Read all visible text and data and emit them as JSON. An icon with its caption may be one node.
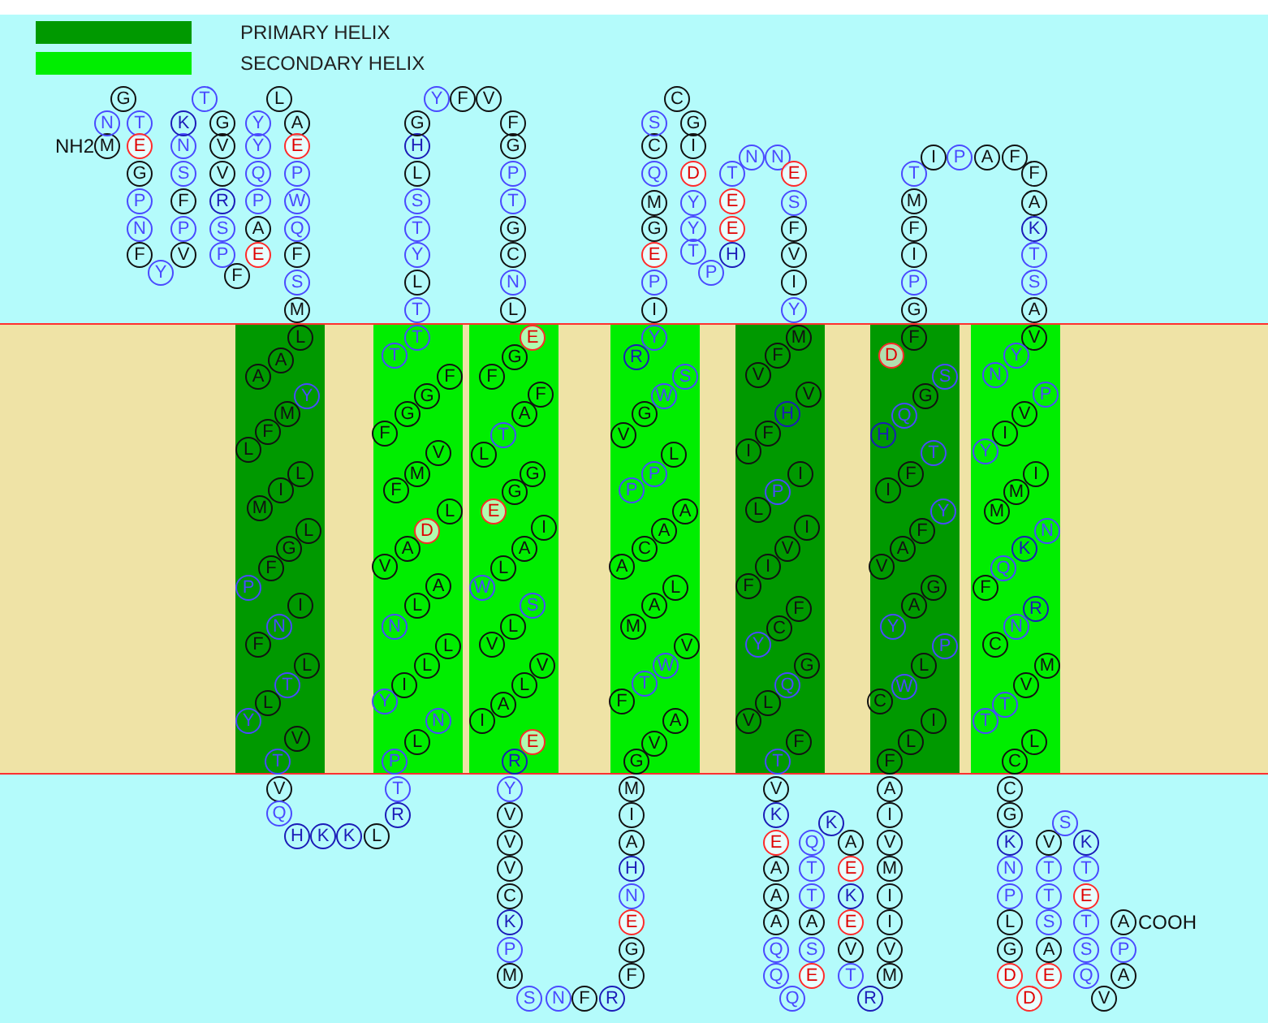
{
  "diagram": {
    "nodes": [
      {
        "text": [
          "M"
        ],
        "beside": [
          "NH2"
        ]
      },
      {
        "text": [
          "N"
        ]
      },
      {
        "text": [
          "G"
        ]
      },
      {
        "text": [
          "T"
        ]
      },
      {
        "text": [
          "E"
        ]
      },
      {
        "text": [
          "G"
        ]
      },
      {
        "text": [
          "P"
        ]
      },
      {
        "text": [
          "N"
        ]
      },
      {
        "text": [
          "F"
        ]
      },
      {
        "text": [
          "Y"
        ]
      },
      {
        "text": [
          "V"
        ]
      },
      {
        "text": [
          "P"
        ]
      },
      {
        "text": [
          "F"
        ]
      },
      {
        "text": [
          "S"
        ]
      },
      {
        "text": [
          "N"
        ]
      },
      {
        "text": [
          "K"
        ]
      },
      {
        "text": [
          "T"
        ]
      },
      {
        "text": [
          "G"
        ]
      },
      {
        "text": [
          "V"
        ]
      },
      {
        "text": [
          "V"
        ]
      },
      {
        "text": [
          "R"
        ]
      },
      {
        "text": [
          "S"
        ]
      },
      {
        "text": [
          "P"
        ]
      },
      {
        "text": [
          "F"
        ]
      },
      {
        "text": [
          "E"
        ]
      },
      {
        "text": [
          "A"
        ]
      },
      {
        "text": [
          "P"
        ]
      },
      {
        "text": [
          "Q"
        ]
      },
      {
        "text": [
          "Y"
        ]
      },
      {
        "text": [
          "Y"
        ]
      },
      {
        "text": [
          "L"
        ]
      },
      {
        "text": [
          "A"
        ]
      },
      {
        "text": [
          "E"
        ]
      },
      {
        "text": [
          "P"
        ]
      },
      {
        "text": [
          "W"
        ]
      },
      {
        "text": [
          "Q"
        ]
      },
      {
        "text": [
          "F"
        ]
      },
      {
        "text": [
          "S"
        ]
      },
      {
        "text": [
          "M"
        ]
      },
      {
        "text": [
          "L"
        ]
      },
      {
        "text": [
          "A"
        ]
      },
      {
        "text": [
          "A"
        ]
      },
      {
        "text": [
          "Y"
        ]
      },
      {
        "text": [
          "M"
        ]
      },
      {
        "text": [
          "F"
        ]
      },
      {
        "text": [
          "L"
        ]
      },
      {
        "text": [
          "L"
        ]
      },
      {
        "text": [
          "I"
        ]
      },
      {
        "text": [
          "M"
        ]
      },
      {
        "text": [
          "L"
        ]
      },
      {
        "text": [
          "G"
        ]
      },
      {
        "text": [
          "F"
        ]
      },
      {
        "text": [
          "P"
        ]
      },
      {
        "text": [
          "I"
        ]
      },
      {
        "text": [
          "N"
        ]
      },
      {
        "text": [
          "F"
        ]
      },
      {
        "text": [
          "L"
        ]
      },
      {
        "text": [
          "T"
        ]
      },
      {
        "text": [
          "L"
        ]
      },
      {
        "text": [
          "Y"
        ]
      },
      {
        "text": [
          "V"
        ]
      },
      {
        "text": [
          "T"
        ]
      },
      {
        "text": [
          "V"
        ]
      },
      {
        "text": [
          "Q"
        ]
      },
      {
        "text": [
          "H"
        ]
      },
      {
        "text": [
          "K"
        ]
      },
      {
        "text": [
          "K"
        ]
      },
      {
        "text": [
          "L"
        ]
      },
      {
        "text": [
          "R"
        ]
      },
      {
        "text": [
          "T"
        ]
      },
      {
        "text": [
          "P"
        ]
      },
      {
        "text": [
          "L"
        ]
      },
      {
        "text": [
          "N"
        ]
      },
      {
        "text": [
          "Y"
        ]
      },
      {
        "text": [
          "I"
        ]
      },
      {
        "text": [
          "L"
        ]
      },
      {
        "text": [
          "L"
        ]
      },
      {
        "text": [
          "N"
        ]
      },
      {
        "text": [
          "L"
        ]
      },
      {
        "text": [
          "A"
        ]
      },
      {
        "text": [
          "V"
        ]
      },
      {
        "text": [
          "A"
        ]
      },
      {
        "text": [
          "D"
        ]
      },
      {
        "text": [
          "L"
        ]
      },
      {
        "text": [
          "F"
        ]
      },
      {
        "text": [
          "M"
        ]
      },
      {
        "text": [
          "V"
        ]
      },
      {
        "text": [
          "F"
        ]
      },
      {
        "text": [
          "G"
        ]
      },
      {
        "text": [
          "G"
        ]
      },
      {
        "text": [
          "F"
        ]
      },
      {
        "text": [
          "T"
        ]
      },
      {
        "text": [
          "T"
        ]
      },
      {
        "text": [
          "T"
        ]
      },
      {
        "text": [
          "L"
        ]
      },
      {
        "text": [
          "Y"
        ]
      },
      {
        "text": [
          "T"
        ]
      },
      {
        "text": [
          "S"
        ]
      },
      {
        "text": [
          "L"
        ]
      },
      {
        "text": [
          "H"
        ]
      },
      {
        "text": [
          "G"
        ]
      },
      {
        "text": [
          "Y"
        ]
      },
      {
        "text": [
          "F"
        ]
      },
      {
        "text": [
          "V"
        ]
      },
      {
        "text": [
          "F"
        ]
      },
      {
        "text": [
          "G"
        ]
      },
      {
        "text": [
          "P"
        ]
      },
      {
        "text": [
          "T"
        ]
      },
      {
        "text": [
          "G"
        ]
      },
      {
        "text": [
          "C"
        ]
      },
      {
        "text": [
          "N"
        ]
      },
      {
        "text": [
          "L"
        ]
      },
      {
        "text": [
          "E"
        ]
      },
      {
        "text": [
          "G"
        ]
      },
      {
        "text": [
          "F"
        ]
      },
      {
        "text": [
          "F"
        ]
      },
      {
        "text": [
          "A"
        ]
      },
      {
        "text": [
          "T"
        ]
      },
      {
        "text": [
          "L"
        ]
      },
      {
        "text": [
          "G"
        ]
      },
      {
        "text": [
          "G"
        ]
      },
      {
        "text": [
          "E"
        ]
      },
      {
        "text": [
          "I"
        ]
      },
      {
        "text": [
          "A"
        ]
      },
      {
        "text": [
          "L"
        ]
      },
      {
        "text": [
          "W"
        ]
      },
      {
        "text": [
          "S"
        ]
      },
      {
        "text": [
          "L"
        ]
      },
      {
        "text": [
          "V"
        ]
      },
      {
        "text": [
          "V"
        ]
      },
      {
        "text": [
          "L"
        ]
      },
      {
        "text": [
          "A"
        ]
      },
      {
        "text": [
          "I"
        ]
      },
      {
        "text": [
          "E"
        ]
      },
      {
        "text": [
          "R"
        ]
      },
      {
        "text": [
          "Y"
        ]
      },
      {
        "text": [
          "V"
        ]
      },
      {
        "text": [
          "V"
        ]
      },
      {
        "text": [
          "V"
        ]
      },
      {
        "text": [
          "C"
        ]
      },
      {
        "text": [
          "K"
        ]
      },
      {
        "text": [
          "P"
        ]
      },
      {
        "text": [
          "M"
        ]
      },
      {
        "text": [
          "S"
        ]
      },
      {
        "text": [
          "N"
        ]
      },
      {
        "text": [
          "F"
        ]
      },
      {
        "text": [
          "R"
        ]
      },
      {
        "text": [
          "F"
        ]
      },
      {
        "text": [
          "G"
        ]
      },
      {
        "text": [
          "E"
        ]
      },
      {
        "text": [
          "N"
        ]
      },
      {
        "text": [
          "H"
        ]
      },
      {
        "text": [
          "A"
        ]
      },
      {
        "text": [
          "I"
        ]
      },
      {
        "text": [
          "M"
        ]
      },
      {
        "text": [
          "G"
        ]
      },
      {
        "text": [
          "V"
        ]
      },
      {
        "text": [
          "A"
        ]
      },
      {
        "text": [
          "F"
        ]
      },
      {
        "text": [
          "T"
        ]
      },
      {
        "text": [
          "W"
        ]
      },
      {
        "text": [
          "V"
        ]
      },
      {
        "text": [
          "M"
        ]
      },
      {
        "text": [
          "A"
        ]
      },
      {
        "text": [
          "L"
        ]
      },
      {
        "text": [
          "A"
        ]
      },
      {
        "text": [
          "C"
        ]
      },
      {
        "text": [
          "A"
        ]
      },
      {
        "text": [
          "A"
        ]
      },
      {
        "text": [
          "P"
        ]
      },
      {
        "text": [
          "P"
        ]
      },
      {
        "text": [
          "L"
        ]
      },
      {
        "text": [
          "V"
        ]
      },
      {
        "text": [
          "G"
        ]
      },
      {
        "text": [
          "W"
        ]
      },
      {
        "text": [
          "S"
        ]
      },
      {
        "text": [
          "R"
        ]
      },
      {
        "text": [
          "Y"
        ]
      },
      {
        "text": [
          "I"
        ]
      },
      {
        "text": [
          "P"
        ]
      },
      {
        "text": [
          "E"
        ]
      },
      {
        "text": [
          "G"
        ]
      },
      {
        "text": [
          "M"
        ]
      },
      {
        "text": [
          "Q"
        ]
      },
      {
        "text": [
          "C"
        ]
      },
      {
        "text": [
          "S"
        ]
      },
      {
        "text": [
          "C"
        ]
      },
      {
        "text": [
          "G"
        ]
      },
      {
        "text": [
          "I"
        ]
      },
      {
        "text": [
          "D"
        ]
      },
      {
        "text": [
          "Y"
        ]
      },
      {
        "text": [
          "Y"
        ]
      },
      {
        "text": [
          "T"
        ]
      },
      {
        "text": [
          "P"
        ]
      },
      {
        "text": [
          "H"
        ]
      },
      {
        "text": [
          "E"
        ]
      },
      {
        "text": [
          "E"
        ]
      },
      {
        "text": [
          "T"
        ]
      },
      {
        "text": [
          "N"
        ]
      },
      {
        "text": [
          "N"
        ]
      },
      {
        "text": [
          "E"
        ]
      },
      {
        "text": [
          "S"
        ]
      },
      {
        "text": [
          "F"
        ]
      },
      {
        "text": [
          "V"
        ]
      },
      {
        "text": [
          "I"
        ]
      },
      {
        "text": [
          "Y"
        ]
      },
      {
        "text": [
          "M"
        ]
      },
      {
        "text": [
          "F"
        ]
      },
      {
        "text": [
          "V"
        ]
      },
      {
        "text": [
          "V"
        ]
      },
      {
        "text": [
          "H"
        ]
      },
      {
        "text": [
          "F"
        ]
      },
      {
        "text": [
          "I"
        ]
      },
      {
        "text": [
          "I"
        ]
      },
      {
        "text": [
          "P"
        ]
      },
      {
        "text": [
          "L"
        ]
      },
      {
        "text": [
          "I"
        ]
      },
      {
        "text": [
          "V"
        ]
      },
      {
        "text": [
          "I"
        ]
      },
      {
        "text": [
          "F"
        ]
      },
      {
        "text": [
          "F"
        ]
      },
      {
        "text": [
          "C"
        ]
      },
      {
        "text": [
          "Y"
        ]
      },
      {
        "text": [
          "G"
        ]
      },
      {
        "text": [
          "Q"
        ]
      },
      {
        "text": [
          "L"
        ]
      },
      {
        "text": [
          "V"
        ]
      },
      {
        "text": [
          "F"
        ]
      },
      {
        "text": [
          "T"
        ]
      },
      {
        "text": [
          "V"
        ]
      },
      {
        "text": [
          "K"
        ]
      },
      {
        "text": [
          "E"
        ]
      },
      {
        "text": [
          "A"
        ]
      },
      {
        "text": [
          "A"
        ]
      },
      {
        "text": [
          "A"
        ]
      },
      {
        "text": [
          "Q"
        ]
      },
      {
        "text": [
          "Q"
        ]
      },
      {
        "text": [
          "Q"
        ]
      },
      {
        "text": [
          "E"
        ]
      },
      {
        "text": [
          "S"
        ]
      },
      {
        "text": [
          "A"
        ]
      },
      {
        "text": [
          "T"
        ]
      },
      {
        "text": [
          "T"
        ]
      },
      {
        "text": [
          "Q"
        ]
      },
      {
        "text": [
          "K"
        ]
      },
      {
        "text": [
          "A"
        ]
      },
      {
        "text": [
          "E"
        ]
      },
      {
        "text": [
          "K"
        ]
      },
      {
        "text": [
          "E"
        ]
      },
      {
        "text": [
          "V"
        ]
      },
      {
        "text": [
          "T"
        ]
      },
      {
        "text": [
          "R"
        ]
      },
      {
        "text": [
          "M"
        ]
      },
      {
        "text": [
          "V"
        ]
      },
      {
        "text": [
          "I"
        ]
      },
      {
        "text": [
          "I"
        ]
      },
      {
        "text": [
          "M"
        ]
      },
      {
        "text": [
          "V"
        ]
      },
      {
        "text": [
          "I"
        ]
      },
      {
        "text": [
          "A"
        ]
      },
      {
        "text": [
          "F"
        ]
      },
      {
        "text": [
          "L"
        ]
      },
      {
        "text": [
          "I"
        ]
      },
      {
        "text": [
          "C"
        ]
      },
      {
        "text": [
          "W"
        ]
      },
      {
        "text": [
          "L"
        ]
      },
      {
        "text": [
          "P"
        ]
      },
      {
        "text": [
          "Y"
        ]
      },
      {
        "text": [
          "A"
        ]
      },
      {
        "text": [
          "G"
        ]
      },
      {
        "text": [
          "V"
        ]
      },
      {
        "text": [
          "A"
        ]
      },
      {
        "text": [
          "F"
        ]
      },
      {
        "text": [
          "Y"
        ]
      },
      {
        "text": [
          "I"
        ]
      },
      {
        "text": [
          "F"
        ]
      },
      {
        "text": [
          "T"
        ]
      },
      {
        "text": [
          "H"
        ]
      },
      {
        "text": [
          "Q"
        ]
      },
      {
        "text": [
          "G"
        ]
      },
      {
        "text": [
          "S"
        ]
      },
      {
        "text": [
          "D"
        ]
      },
      {
        "text": [
          "F"
        ]
      },
      {
        "text": [
          "G"
        ]
      },
      {
        "text": [
          "P"
        ]
      },
      {
        "text": [
          "I"
        ]
      },
      {
        "text": [
          "F"
        ]
      },
      {
        "text": [
          "M"
        ]
      },
      {
        "text": [
          "T"
        ]
      },
      {
        "text": [
          "I"
        ]
      },
      {
        "text": [
          "P"
        ]
      },
      {
        "text": [
          "A"
        ]
      },
      {
        "text": [
          "F"
        ]
      },
      {
        "text": [
          "F"
        ]
      },
      {
        "text": [
          "A"
        ]
      },
      {
        "text": [
          "K"
        ]
      },
      {
        "text": [
          "T"
        ]
      },
      {
        "text": [
          "S"
        ]
      },
      {
        "text": [
          "A"
        ]
      },
      {
        "text": [
          "V"
        ]
      },
      {
        "text": [
          "Y"
        ]
      },
      {
        "text": [
          "N"
        ]
      },
      {
        "text": [
          "P"
        ]
      },
      {
        "text": [
          "V"
        ]
      },
      {
        "text": [
          "I"
        ]
      },
      {
        "text": [
          "Y"
        ]
      },
      {
        "text": [
          "I"
        ]
      },
      {
        "text": [
          "M"
        ]
      },
      {
        "text": [
          "M"
        ]
      },
      {
        "text": [
          "N"
        ]
      },
      {
        "text": [
          "K"
        ]
      },
      {
        "text": [
          "Q"
        ]
      },
      {
        "text": [
          "F"
        ]
      },
      {
        "text": [
          "R"
        ]
      },
      {
        "text": [
          "N"
        ]
      },
      {
        "text": [
          "C"
        ]
      },
      {
        "text": [
          "M"
        ]
      },
      {
        "text": [
          "V"
        ]
      },
      {
        "text": [
          "T"
        ]
      },
      {
        "text": [
          "T"
        ]
      },
      {
        "text": [
          "L"
        ]
      },
      {
        "text": [
          "C"
        ]
      },
      {
        "text": [
          "C"
        ]
      },
      {
        "text": [
          "G"
        ]
      },
      {
        "text": [
          "K"
        ]
      },
      {
        "text": [
          "N"
        ]
      },
      {
        "text": [
          "P"
        ]
      },
      {
        "text": [
          "L"
        ]
      },
      {
        "text": [
          "G"
        ]
      },
      {
        "text": [
          "D"
        ]
      },
      {
        "text": [
          "D"
        ]
      },
      {
        "text": [
          "E"
        ]
      },
      {
        "text": [
          "A"
        ]
      },
      {
        "text": [
          "S"
        ]
      },
      {
        "text": [
          "T"
        ]
      },
      {
        "text": [
          "T"
        ]
      },
      {
        "text": [
          "V"
        ]
      },
      {
        "text": [
          "S"
        ]
      },
      {
        "text": [
          "K"
        ]
      },
      {
        "text": [
          "T"
        ]
      },
      {
        "text": [
          "E"
        ]
      },
      {
        "text": [
          "T"
        ]
      },
      {
        "text": [
          "S"
        ]
      },
      {
        "text": [
          "Q"
        ]
      },
      {
        "text": [
          "V"
        ]
      },
      {
        "text": [
          "A"
        ]
      },
      {
        "text": [
          "P"
        ]
      },
      {
        "text": [
          "A"
        ],
        "beside": [
          "COOH"
        ]
      }
    ],
    "legend": [
      {
        "text": "PRIMARY HELIX",
        "color": "#009900"
      },
      {
        "text": "SECONDARY HELIX",
        "color": "#00ee00"
      }
    ]
  }
}
